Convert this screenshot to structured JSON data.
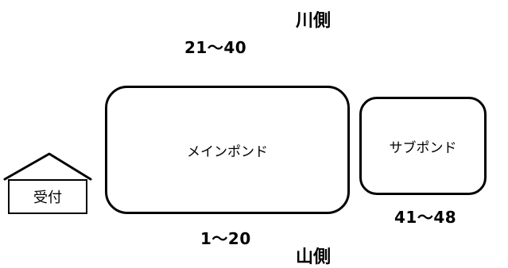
{
  "labels": {
    "river_side": "川側",
    "mountain_side": "山側",
    "range_main_top": "21〜40",
    "range_main_bottom": "1〜20",
    "range_sub": "41〜48"
  },
  "ponds": {
    "main": "メインポンド",
    "sub": "サブポンド"
  },
  "reception": {
    "label": "受付"
  }
}
